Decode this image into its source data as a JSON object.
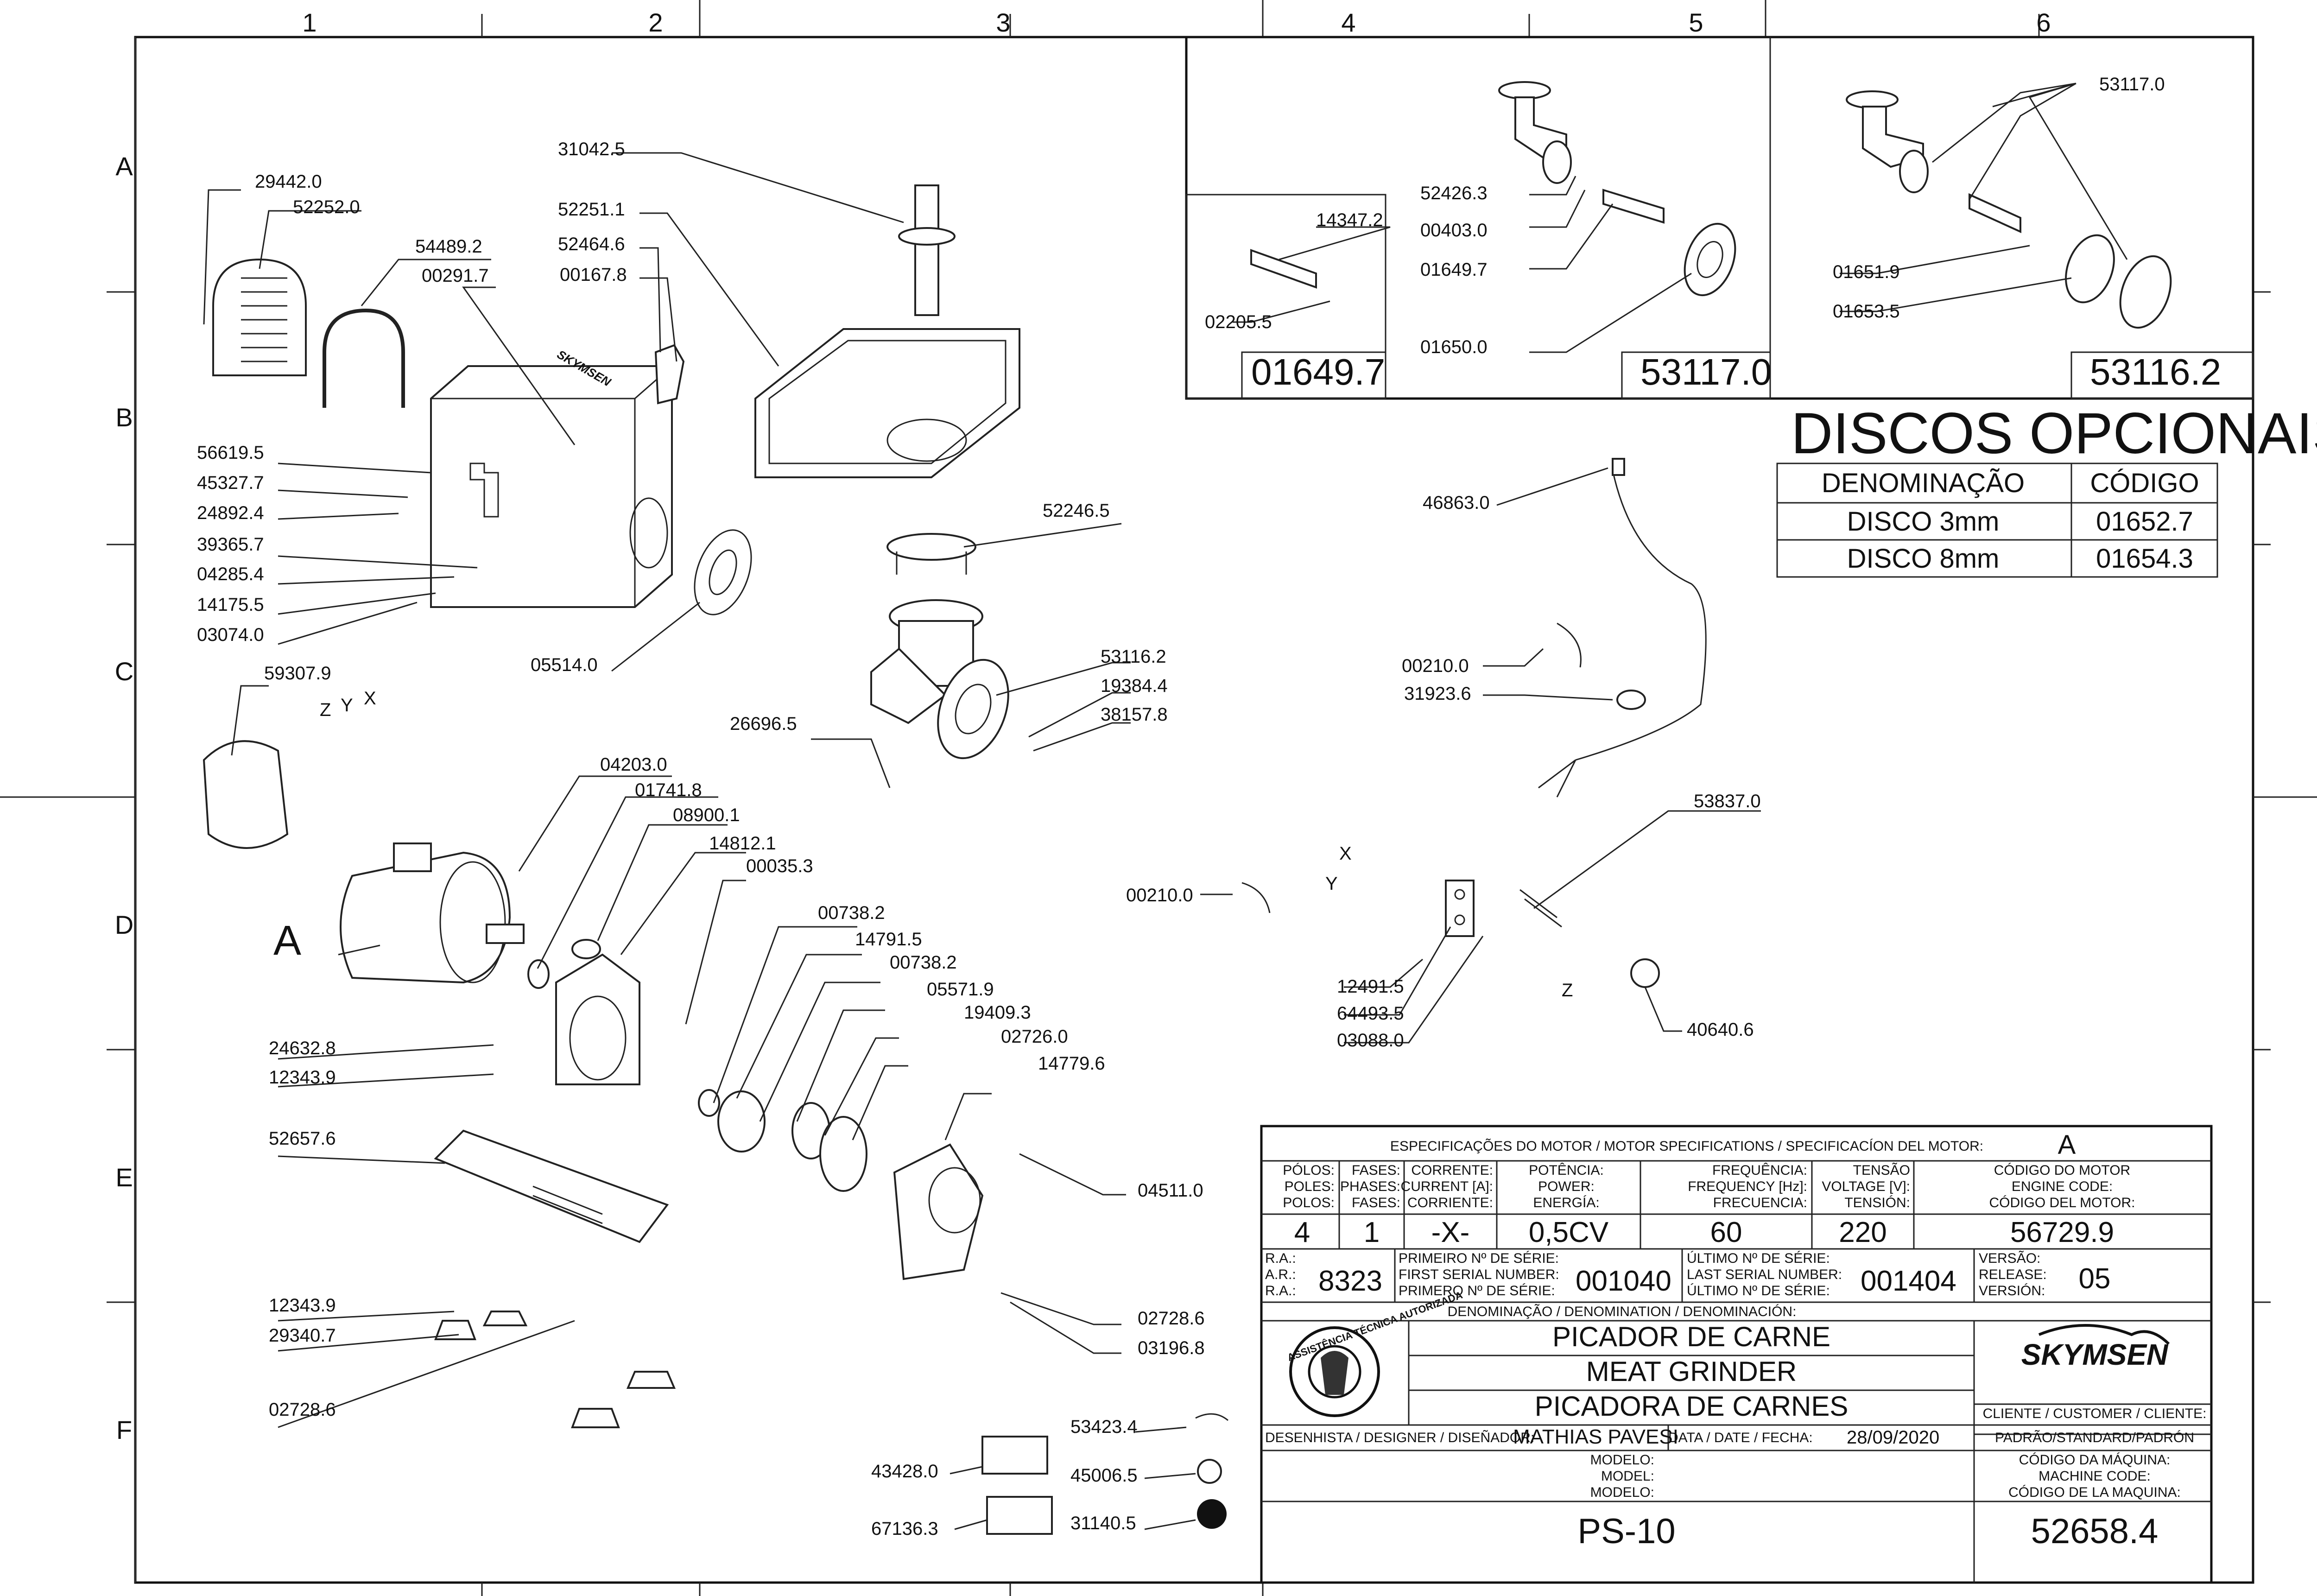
{
  "grid": {
    "columns": [
      "1",
      "2",
      "3",
      "4",
      "5",
      "6"
    ],
    "rows": [
      "A",
      "B",
      "C",
      "D",
      "E",
      "F"
    ]
  },
  "callouts": [
    {
      "code": "29442.0"
    },
    {
      "code": "52252.0"
    },
    {
      "code": "54489.2"
    },
    {
      "code": "00291.7"
    },
    {
      "code": "31042.5"
    },
    {
      "code": "52251.1"
    },
    {
      "code": "52464.6"
    },
    {
      "code": "00167.8"
    },
    {
      "code": "56619.5"
    },
    {
      "code": "45327.7"
    },
    {
      "code": "24892.4"
    },
    {
      "code": "39365.7"
    },
    {
      "code": "04285.4"
    },
    {
      "code": "14175.5"
    },
    {
      "code": "03074.0"
    },
    {
      "code": "05514.0"
    },
    {
      "code": "52246.5"
    },
    {
      "code": "53116.2"
    },
    {
      "code": "19384.4"
    },
    {
      "code": "38157.8"
    },
    {
      "code": "26696.5"
    },
    {
      "code": "59307.9"
    },
    {
      "code": "04203.0"
    },
    {
      "code": "01741.8"
    },
    {
      "code": "08900.1"
    },
    {
      "code": "14812.1"
    },
    {
      "code": "00035.3"
    },
    {
      "code": "00738.2"
    },
    {
      "code": "14791.5"
    },
    {
      "code": "00738.2"
    },
    {
      "code": "05571.9"
    },
    {
      "code": "19409.3"
    },
    {
      "code": "02726.0"
    },
    {
      "code": "14779.6"
    },
    {
      "code": "24632.8"
    },
    {
      "code": "12343.9"
    },
    {
      "code": "52657.6"
    },
    {
      "code": "04511.0"
    },
    {
      "code": "12343.9"
    },
    {
      "code": "29340.7"
    },
    {
      "code": "02728.6"
    },
    {
      "code": "02728.6"
    },
    {
      "code": "03196.8"
    },
    {
      "code": "53423.4"
    },
    {
      "code": "43428.0"
    },
    {
      "code": "45006.5"
    },
    {
      "code": "67136.3"
    },
    {
      "code": "31140.5"
    },
    {
      "code": "14347.2"
    },
    {
      "code": "02205.5"
    },
    {
      "code": "52426.3"
    },
    {
      "code": "00403.0"
    },
    {
      "code": "01649.7"
    },
    {
      "code": "01650.0"
    },
    {
      "code": "53117.0"
    },
    {
      "code": "01651.9"
    },
    {
      "code": "01653.5"
    },
    {
      "code": "46863.0"
    },
    {
      "code": "00210.0"
    },
    {
      "code": "31923.6"
    },
    {
      "code": "53837.0"
    },
    {
      "code": "00210.0"
    },
    {
      "code": "12491.5"
    },
    {
      "code": "64493.5"
    },
    {
      "code": "03088.0"
    },
    {
      "code": "40640.6"
    }
  ],
  "view_labels": {
    "motor_letter": "A",
    "axis_x": "X",
    "axis_y": "Y",
    "axis_z": "Z"
  },
  "kits": [
    {
      "code": "01649.7"
    },
    {
      "code": "53117.0"
    },
    {
      "code": "53116.2"
    }
  ],
  "optional_discs": {
    "title": "DISCOS OPCIONAIS",
    "col_name": "DENOMINAÇÃO",
    "col_code": "CÓDIGO",
    "rows": [
      {
        "name": "DISCO 3mm",
        "code": "01652.7"
      },
      {
        "name": "DISCO 8mm",
        "code": "01654.3"
      }
    ]
  },
  "motor_spec": {
    "header": "ESPECIFICAÇÕES DO MOTOR / MOTOR SPECIFICATIONS / SPECIFICACÍON DEL MOTOR:",
    "motor_letter": "A",
    "columns": [
      {
        "l1": "PÓLOS:",
        "l2": "POLES:",
        "l3": "POLOS:",
        "value": "4"
      },
      {
        "l1": "FASES:",
        "l2": "PHASES:",
        "l3": "FASES:",
        "value": "1"
      },
      {
        "l1": "CORRENTE:",
        "l2": "CURRENT [A]:",
        "l3": "CORRIENTE:",
        "value": "-X-"
      },
      {
        "l1": "POTÊNCIA:",
        "l2": "POWER:",
        "l3": "ENERGÍA:",
        "value": "0,5CV"
      },
      {
        "l1": "FREQUÊNCIA:",
        "l2": "FREQUENCY [Hz]:",
        "l3": "FRECUENCIA:",
        "value": "60"
      },
      {
        "l1": "TENSÃO",
        "l2": "VOLTAGE [V]:",
        "l3": "TENSIÓN:",
        "value": "220"
      },
      {
        "l1": "CÓDIGO DO MOTOR",
        "l2": "ENGINE CODE:",
        "l3": "CÓDIGO DEL MOTOR:",
        "value": "56729.9"
      }
    ]
  },
  "serials": {
    "ra_l1": "R.A.:",
    "ra_l2": "A.R.:",
    "ra_l3": "R.A.:",
    "ra_value": "8323",
    "first_l1": "PRIMEIRO Nº DE SÉRIE:",
    "first_l2": "FIRST SERIAL NUMBER:",
    "first_l3": "PRIMERO Nº DE SÉRIE:",
    "first_value": "001040",
    "last_l1": "ÚLTIMO Nº DE SÉRIE:",
    "last_l2": "LAST SERIAL NUMBER:",
    "last_l3": "ÚLTIMO Nº DE SÉRIE:",
    "last_value": "001404",
    "ver_l1": "VERSÃO:",
    "ver_l2": "RELEASE:",
    "ver_l3": "VERSIÓN:",
    "ver_value": "05"
  },
  "title_block": {
    "denomination_header": "DENOMINAÇÃO / DENOMINATION / DENOMINACIÓN:",
    "name_pt": "PICADOR DE CARNE",
    "name_en": "MEAT GRINDER",
    "name_es": "PICADORA DE CARNES",
    "brand": "SKYMSEN",
    "stamp_top": "ASSISTÊNCIA TÉCNICA AUTORIZADA",
    "client_label": "CLIENTE / CUSTOMER / CLIENTE:",
    "client_value": "PADRÃO/STANDARD/PADRÓN",
    "designer_label": "DESENHISTA / DESIGNER / DISEÑADOR:",
    "designer_value": "MATHIAS PAVESI",
    "date_label": "DATA / DATE / FECHA:",
    "date_value": "28/09/2020",
    "model_l1": "MODELO:",
    "model_l2": "MODEL:",
    "model_l3": "MODELO:",
    "model_value": "PS-10",
    "machine_l1": "CÓDIGO DA MÁQUINA:",
    "machine_l2": "MACHINE CODE:",
    "machine_l3": "CÓDIGO DE LA MAQUINA:",
    "machine_value": "52658.4"
  },
  "colors": {
    "line": "#222222",
    "paper": "#ffffff",
    "stamp": "#111111"
  }
}
